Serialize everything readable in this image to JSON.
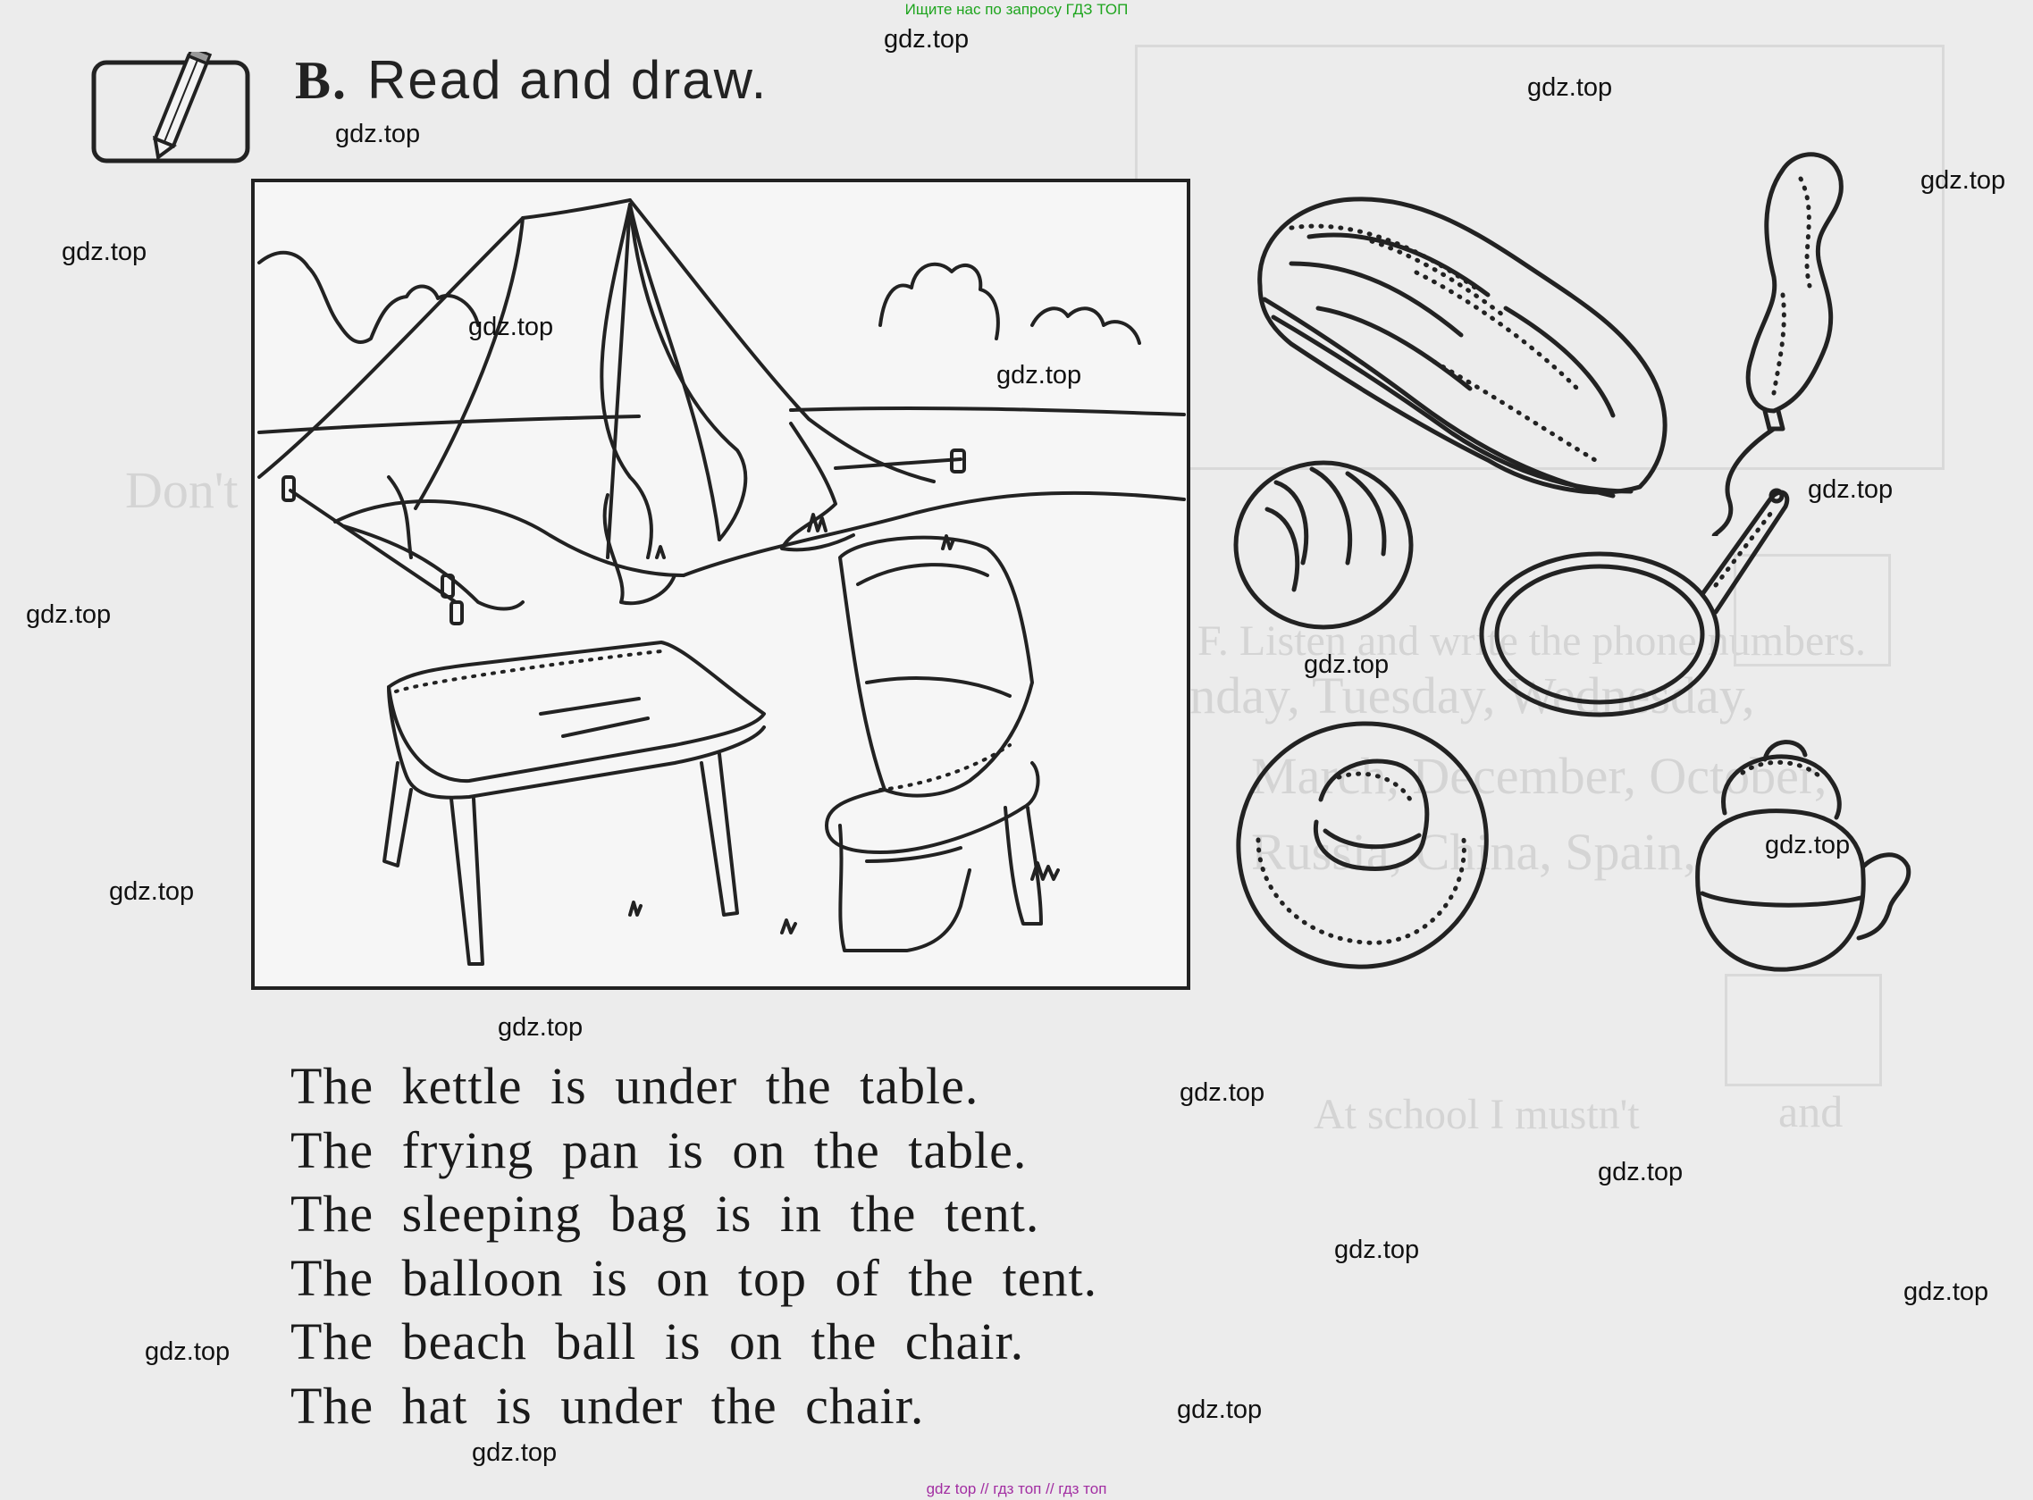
{
  "header_note": "Ищите нас по запросу ГДЗ ТОП",
  "footer_note": "gdz top  //  гдз топ  //  гдз топ",
  "heading": {
    "letter": "B.",
    "instruction": "Read and draw."
  },
  "sentences": [
    "The kettle is under the table.",
    "The frying pan is on the table.",
    "The sleeping bag is in the tent.",
    "The balloon is on top of the tent.",
    "The beach ball is on the chair.",
    "The hat is under the chair."
  ],
  "watermark": "gdz.top",
  "show_through": [
    "Don't drop the",
    "Sunday, Tuesday, Wednesday,",
    "March, December, October,",
    "Russia, China, Spain,",
    "F. Listen and write the phone numbers.",
    "At school I mustn't",
    "and"
  ],
  "colors": {
    "ink": "#1a1a1a",
    "paper": "#ececec",
    "top_note": "#1ea51e",
    "bottom_note": "#a22ea2"
  },
  "icons": [
    "pencil-icon",
    "tent-picture",
    "sleeping-bag-icon",
    "balloon-icon",
    "beach-ball-icon",
    "frying-pan-icon",
    "hat-icon",
    "kettle-icon"
  ]
}
